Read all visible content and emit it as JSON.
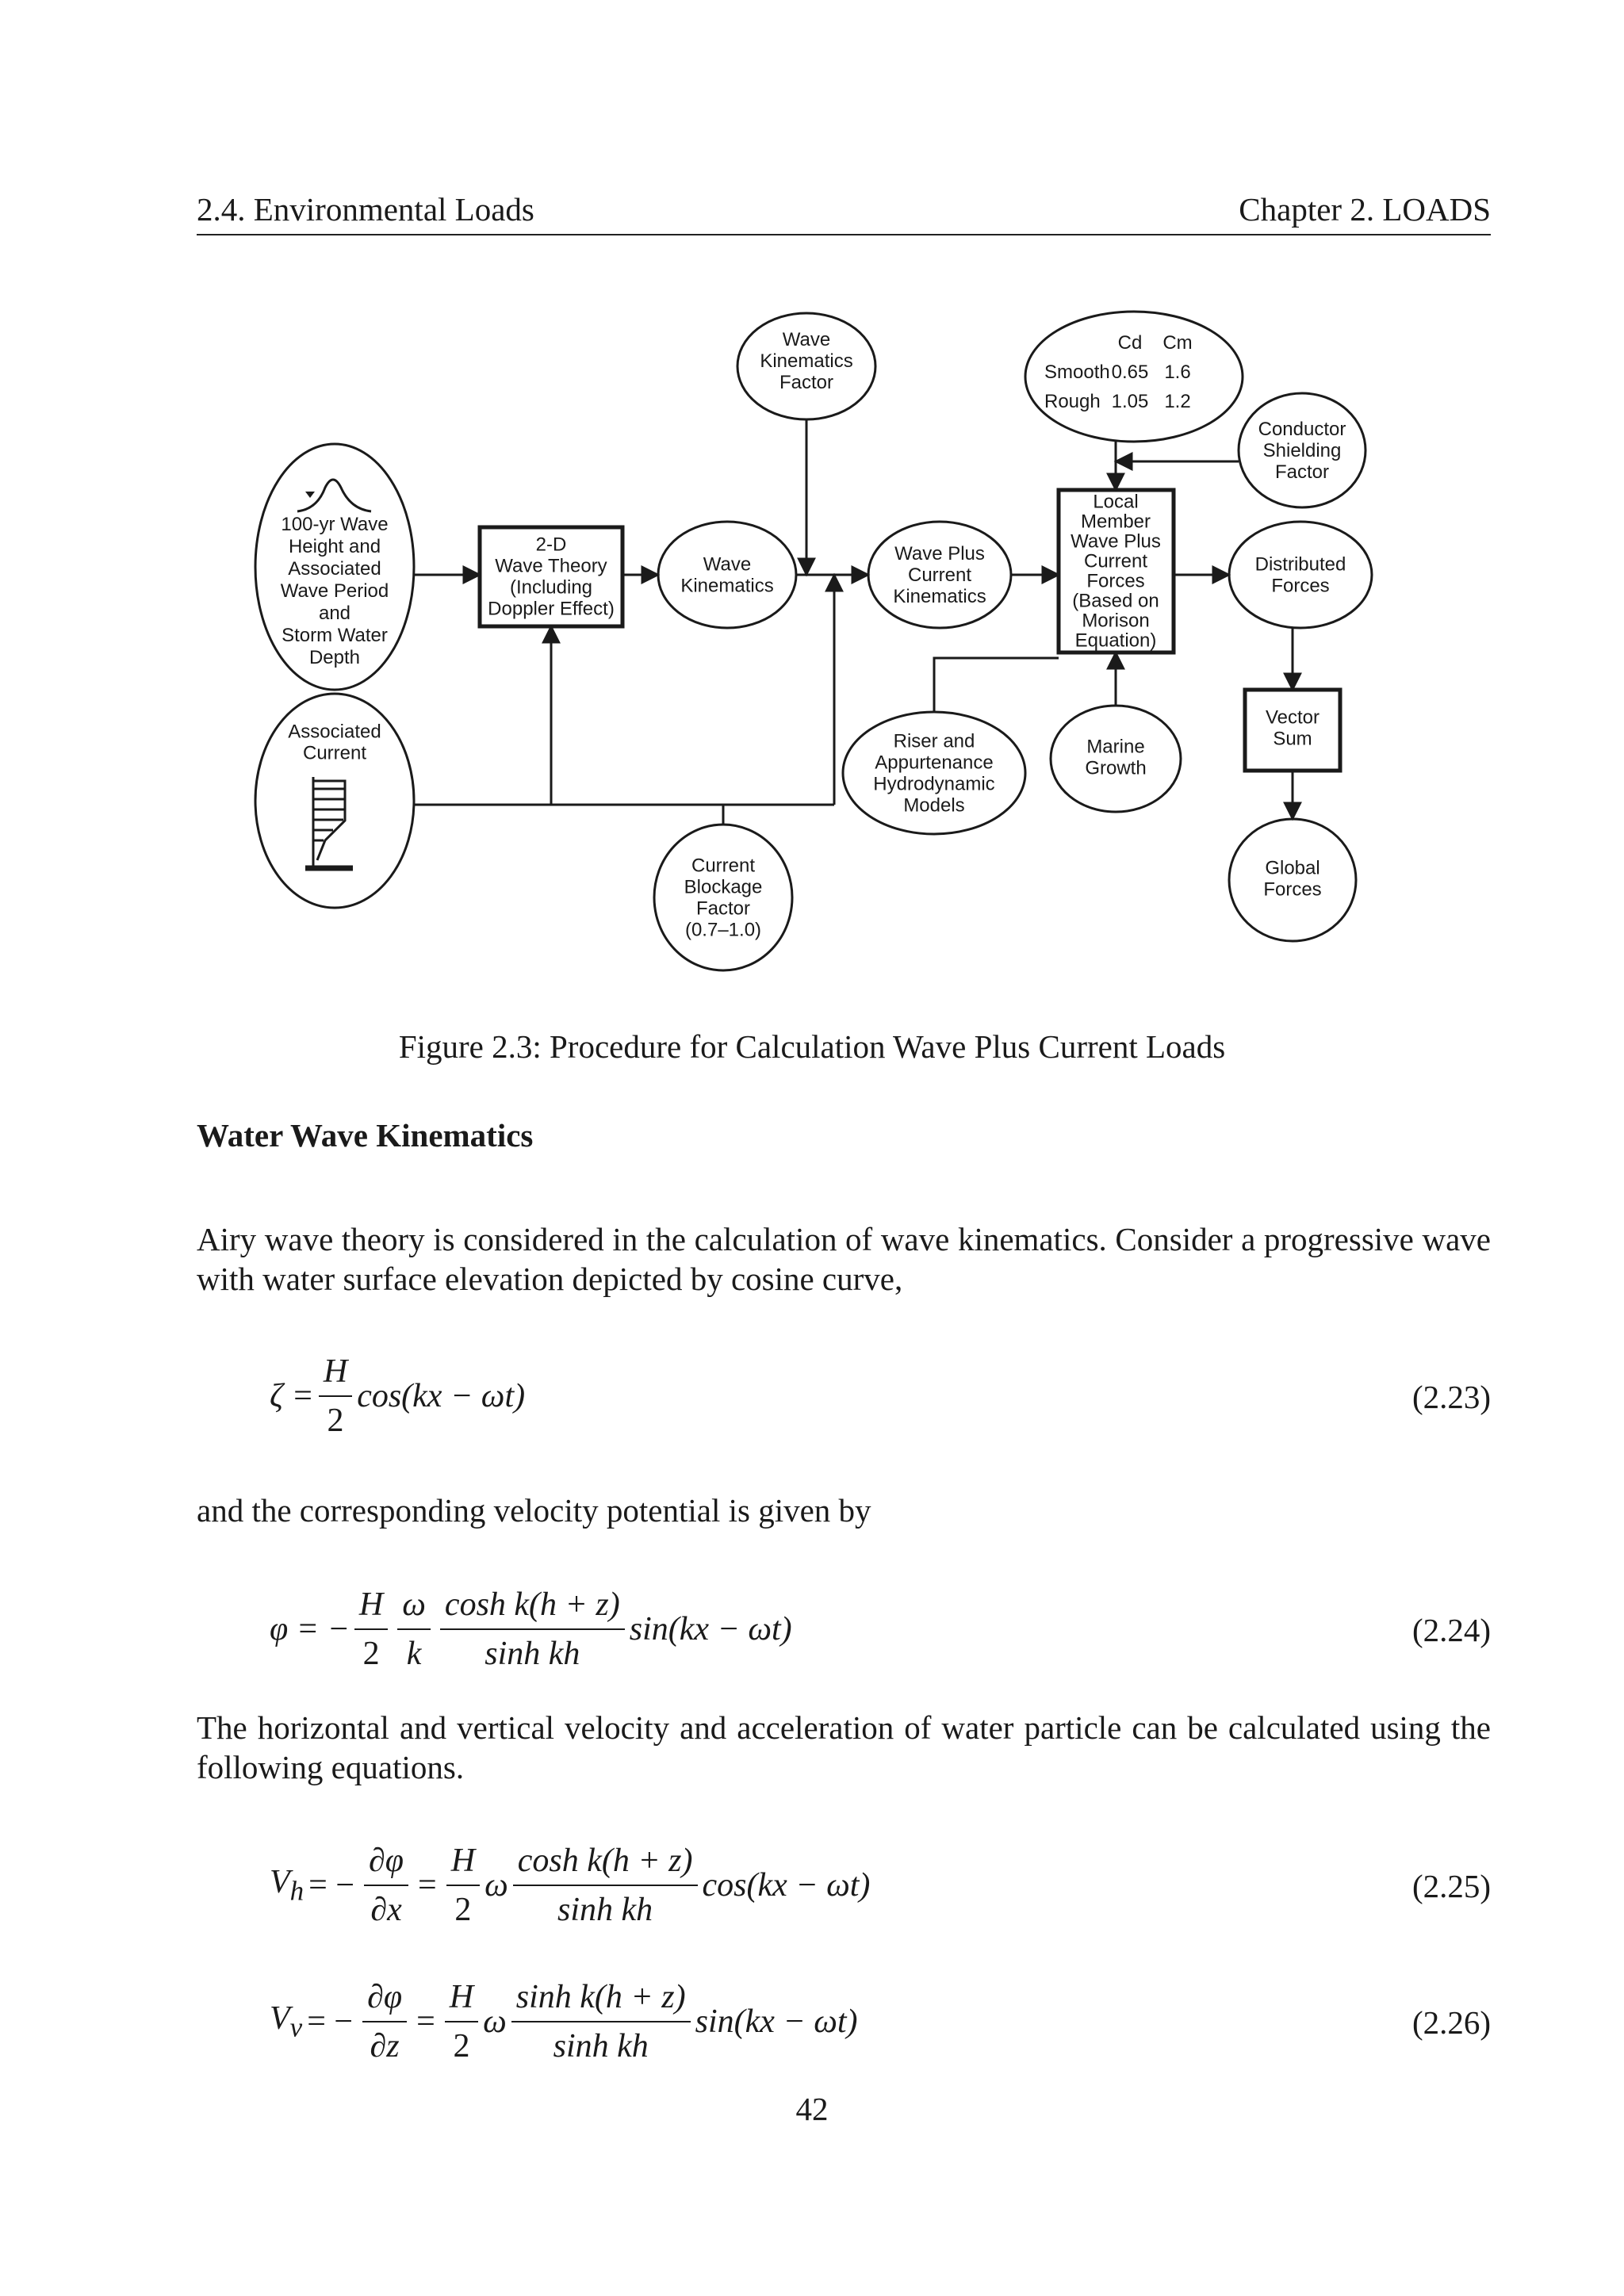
{
  "header": {
    "left": "2.4.   Environmental Loads",
    "right": "Chapter 2.   LOADS"
  },
  "diagram": {
    "wave_height": [
      "100-yr Wave",
      "Height and",
      "Associated",
      "Wave Period",
      "and",
      "Storm Water",
      "Depth"
    ],
    "associated_current": [
      "Associated",
      "Current"
    ],
    "wave_theory": [
      "2-D",
      "Wave Theory",
      "(Including",
      "Doppler Effect)"
    ],
    "wave_kinematics": [
      "Wave",
      "Kinematics"
    ],
    "wave_kinematics_factor": [
      "Wave",
      "Kinematics",
      "Factor"
    ],
    "current_blockage": [
      "Current",
      "Blockage",
      "Factor",
      "(0.7–1.0)"
    ],
    "wave_plus_current": [
      "Wave Plus",
      "Current",
      "Kinematics"
    ],
    "riser": [
      "Riser and",
      "Appurtenance",
      "Hydrodynamic",
      "Models"
    ],
    "coefficients": {
      "col1": "Cd",
      "col2": "Cm",
      "row1": [
        "Smooth",
        "0.65",
        "1.6"
      ],
      "row2": [
        "Rough",
        "1.05",
        "1.2"
      ]
    },
    "local_member": [
      "Local",
      "Member",
      "Wave Plus",
      "Current",
      "Forces",
      "(Based on",
      "Morison",
      "Equation)"
    ],
    "marine_growth": [
      "Marine",
      "Growth"
    ],
    "conductor_shielding": [
      "Conductor",
      "Shielding",
      "Factor"
    ],
    "distributed_forces": [
      "Distributed",
      "Forces"
    ],
    "vector_sum": [
      "Vector",
      "Sum"
    ],
    "global_forces": [
      "Global",
      "Forces"
    ]
  },
  "caption": "Figure 2.3: Procedure for Calculation Wave Plus Current Loads",
  "section_title": "Water Wave Kinematics",
  "para1": "Airy wave theory is considered in the calculation of wave kinematics. Consider a progressive wave with water surface elevation depicted by cosine curve,",
  "para2": "and the corresponding velocity potential is given by",
  "para3": "The horizontal and vertical velocity and acceleration of water particle can be calculated using the following equations.",
  "equations": {
    "e23": {
      "lhs": "ζ =",
      "num": "H",
      "den": "2",
      "rest": "cos(kx − ωt)",
      "no": "(2.23)"
    },
    "e24": {
      "lhs": "φ = −",
      "num1": "H",
      "den1": "2",
      "num2": "ω",
      "den2": "k",
      "num3": "cosh k(h + z)",
      "den3": "sinh kh",
      "rest": "sin(kx − ωt)",
      "no": "(2.24)"
    },
    "e25": {
      "lhs": "V",
      "sub": "h",
      "eq1": "= −",
      "num1": "∂φ",
      "den1": "∂x",
      "eq2": "=",
      "num2": "H",
      "den2": "2",
      "omega": "ω",
      "num3": "cosh k(h + z)",
      "den3": "sinh kh",
      "rest": "cos(kx − ωt)",
      "no": "(2.25)"
    },
    "e26": {
      "lhs": "V",
      "sub": "v",
      "eq1": "= −",
      "num1": "∂φ",
      "den1": "∂z",
      "eq2": "=",
      "num2": "H",
      "den2": "2",
      "omega": "ω",
      "num3": "sinh k(h + z)",
      "den3": "sinh kh",
      "rest": "sin(kx − ωt)",
      "no": "(2.26)"
    }
  },
  "page_number": "42"
}
